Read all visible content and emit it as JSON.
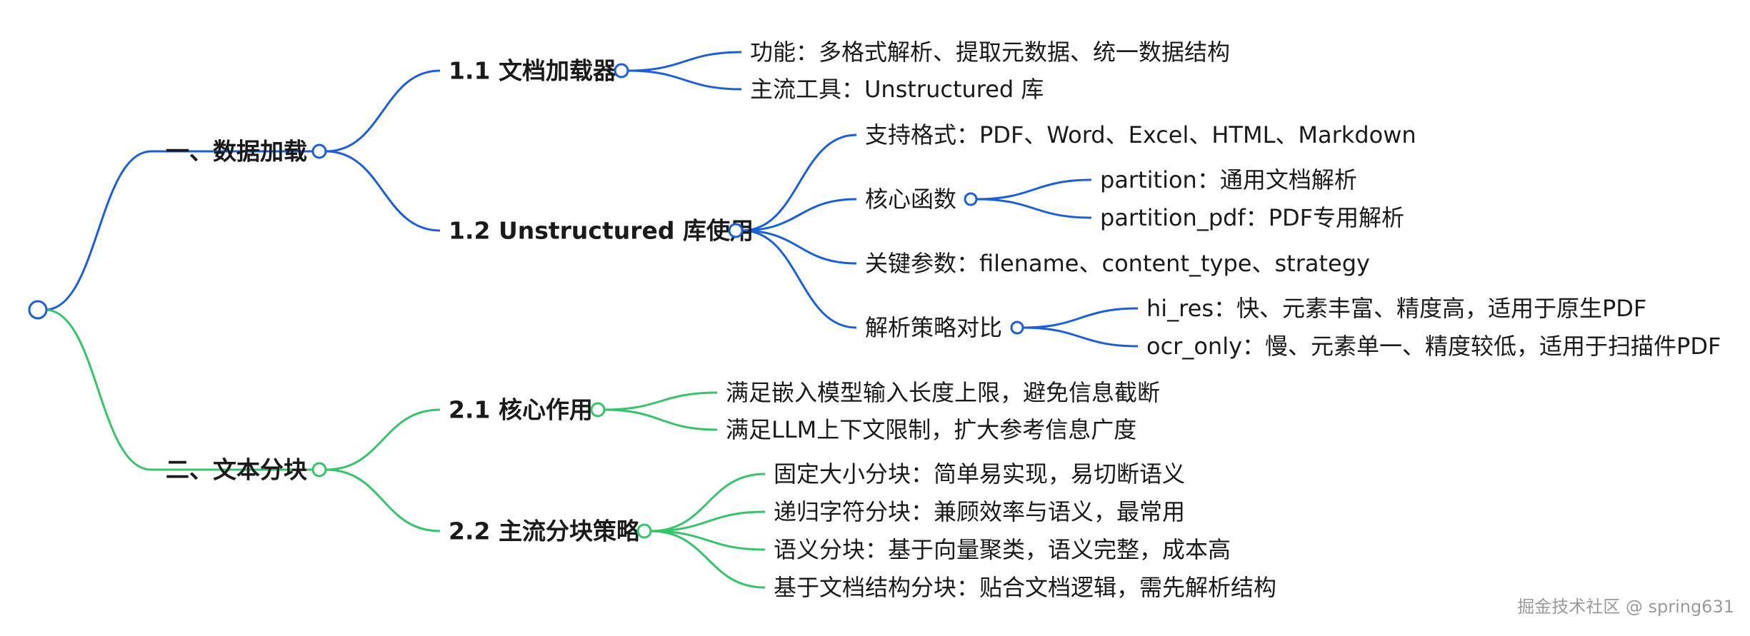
{
  "colors": {
    "blue": "#1a5fd6",
    "green": "#35c46a",
    "text": "#1a1a1a",
    "watermark": "#9a9a9a"
  },
  "branches": [
    {
      "label": "一、数据加载",
      "color": "blue",
      "children": [
        {
          "label": "1.1 文档加载器",
          "children": [
            {
              "label": "功能：多格式解析、提取元数据、统一数据结构"
            },
            {
              "label": "主流工具：Unstructured 库"
            }
          ]
        },
        {
          "label": "1.2 Unstructured 库使用",
          "children": [
            {
              "label": "支持格式：PDF、Word、Excel、HTML、Markdown"
            },
            {
              "label": "核心函数",
              "children": [
                {
                  "label": "partition：通用文档解析"
                },
                {
                  "label": "partition_pdf：PDF专用解析"
                }
              ]
            },
            {
              "label": "关键参数：filename、content_type、strategy"
            },
            {
              "label": "解析策略对比",
              "children": [
                {
                  "label": "hi_res：快、元素丰富、精度高，适用于原生PDF"
                },
                {
                  "label": "ocr_only：慢、元素单一、精度较低，适用于扫描件PDF"
                }
              ]
            }
          ]
        }
      ]
    },
    {
      "label": "二、文本分块",
      "color": "green",
      "children": [
        {
          "label": "2.1 核心作用",
          "children": [
            {
              "label": "满足嵌入模型输入长度上限，避免信息截断"
            },
            {
              "label": "满足LLM上下文限制，扩大参考信息广度"
            }
          ]
        },
        {
          "label": "2.2 主流分块策略",
          "children": [
            {
              "label": "固定大小分块：简单易实现，易切断语义"
            },
            {
              "label": "递归字符分块：兼顾效率与语义，最常用"
            },
            {
              "label": "语义分块：基于向量聚类，语义完整，成本高"
            },
            {
              "label": "基于文档结构分块：贴合文档逻辑，需先解析结构"
            }
          ]
        }
      ]
    }
  ],
  "watermark": "掘金技术社区 @ spring631"
}
